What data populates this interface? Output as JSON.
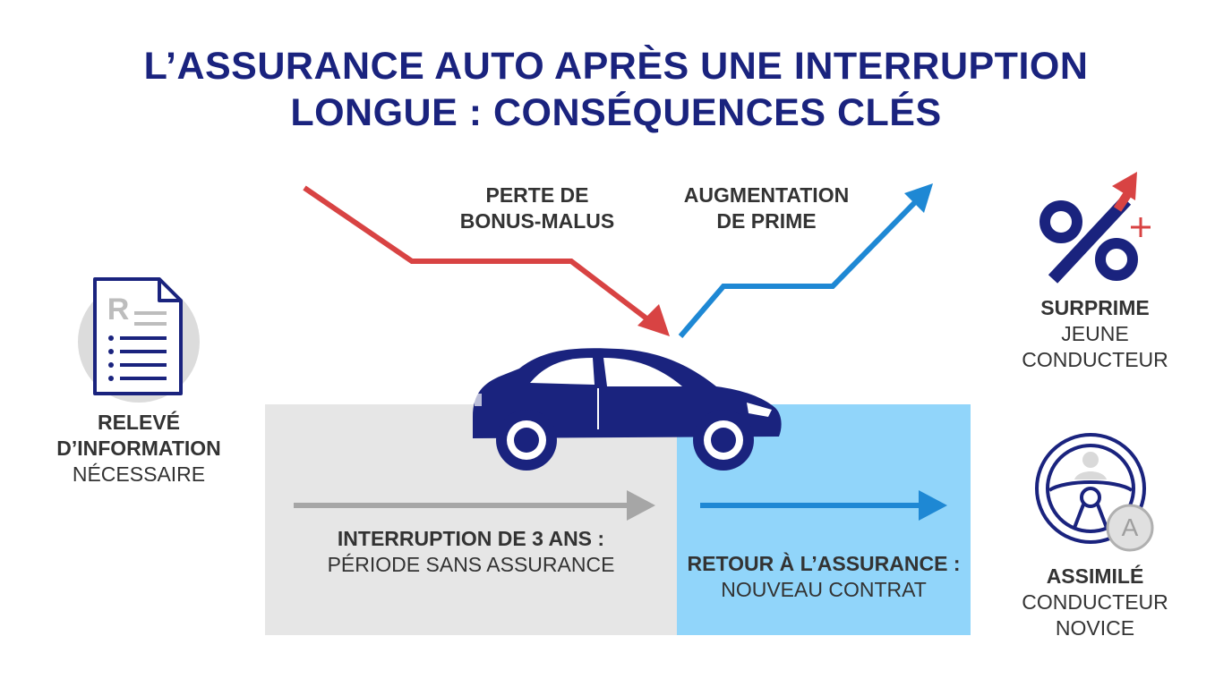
{
  "title": {
    "line1": "L’ASSURANCE AUTO APRÈS UNE INTERRUPTION",
    "line2": "LONGUE : CONSÉQUENCES CLÉS"
  },
  "arrows": {
    "loss": {
      "line1": "PERTE DE",
      "line2": "BONUS-MALUS",
      "color": "#d84343"
    },
    "increase": {
      "line1": "AUGMENTATION",
      "line2": "DE PRIME",
      "color": "#1e88d4"
    }
  },
  "left_item": {
    "icon": "document-icon",
    "letter": "R",
    "bold_line1": "RELEVÉ",
    "bold_line2": "D’INFORMATION",
    "normal": "NÉCESSAIRE"
  },
  "top_right_item": {
    "icon": "percent-increase-icon",
    "bold": "SURPRIME",
    "normal_line1": "JEUNE",
    "normal_line2": "CONDUCTEUR"
  },
  "bottom_right_item": {
    "icon": "steering-wheel-icon",
    "letter": "A",
    "bold": "ASSIMILÉ",
    "normal_line1": "CONDUCTEUR",
    "normal_line2": "NOVICE"
  },
  "timeline": {
    "gap": {
      "bold": "INTERRUPTION DE 3 ANS :",
      "normal": "PÉRIODE SANS ASSURANCE",
      "color": "#e6e6e6"
    },
    "return": {
      "bold": "RETOUR À L’ASSURANCE :",
      "normal": "NOUVEAU CONTRAT",
      "color": "#91d5fa"
    }
  },
  "colors": {
    "navy": "#1a237e",
    "red": "#d84343",
    "blue": "#1e88d4",
    "gray": "#a6a6a6"
  }
}
